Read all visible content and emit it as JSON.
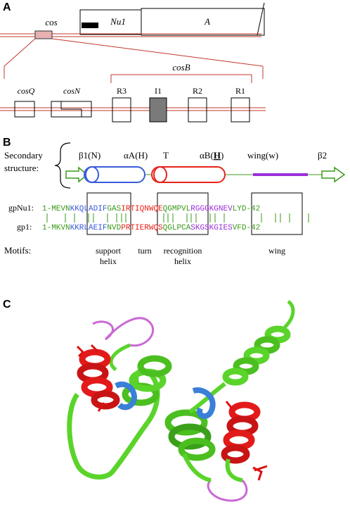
{
  "panels": {
    "a": "A",
    "b": "B",
    "c": "C"
  },
  "panel_a": {
    "cos": "cos",
    "nu1": "Nu1",
    "a_gene": "A",
    "cosq": "cosQ",
    "cosn": "cosN",
    "cosb": "cosB",
    "sites": [
      "R3",
      "I1",
      "R2",
      "R1"
    ]
  },
  "panel_b": {
    "secondary_line1": "Secondary",
    "secondary_line2": "structure:",
    "b1": "β1(N)",
    "aA": "αA(H)",
    "T": "T",
    "aB_pre": "αB(",
    "aB_H": "H",
    "aB_post": ")",
    "wing": "wing(w)",
    "b2": "β2",
    "gpNu1_label": "gpNu1:",
    "gp1_label": "gp1:",
    "gpNu1": {
      "s1": "1-MEVN",
      "s2": "KKQLADIF",
      "s3": "GAS",
      "s4": "IRTIQNWQE",
      "s5": "QGMPVL",
      "s6": "RGGGKGNEV",
      "s7": "LYD-42"
    },
    "gp1": {
      "s1": "1-MKVN",
      "s2": "KKRLAEIF",
      "s3": "NVD",
      "s4": "PRTIERWQS",
      "s5": "QGLPCA",
      "s6": "SKGSKGIES",
      "s7": "VFD-42"
    },
    "motifs_label": "Motifs:",
    "motif_support_1": "support",
    "motif_support_2": "helix",
    "motif_turn": "turn",
    "motif_recog_1": "recognition",
    "motif_recog_2": "helix",
    "motif_wing": "wing"
  },
  "colors": {
    "dna_red": "#c0392b",
    "helix_blue": "#3b5bdb",
    "helix_red": "#e8231a",
    "seq_green": "#3a9a1a",
    "wing_purple": "#9b30d9",
    "ribbon_green": "#5ad42a",
    "ribbon_red": "#e31a1a",
    "ribbon_blue": "#3a7fd8",
    "ribbon_magenta": "#c96ad4"
  }
}
